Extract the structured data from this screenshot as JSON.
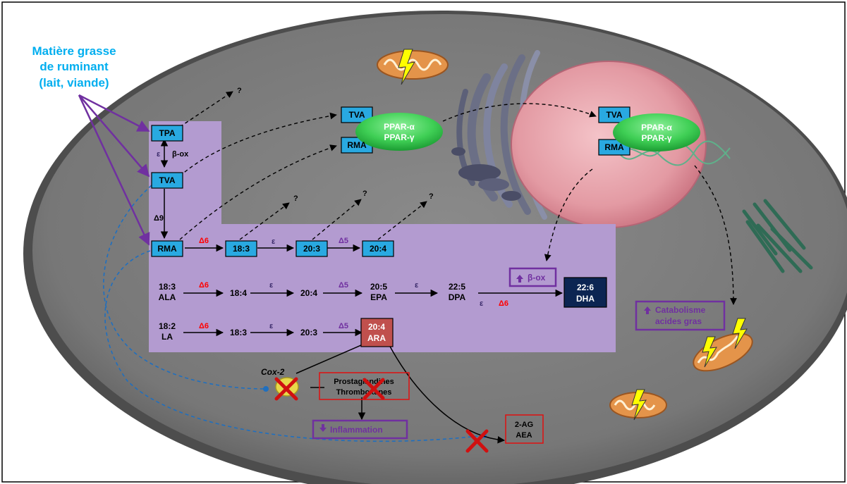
{
  "source_label": [
    "Matière grasse",
    "de ruminant",
    "(lait, viande)"
  ],
  "boxes": {
    "tpa": "TPA",
    "tva": "TVA",
    "rma": "RMA",
    "c18_3": "18:3",
    "c20_3": "20:3",
    "c20_4": "20:4",
    "tva_nucleus_out": "TVA",
    "rma_nucleus_out": "RMA",
    "tva_nucleus_in": "TVA",
    "rma_nucleus_in": "RMA",
    "dha": [
      "22:6",
      "DHA"
    ],
    "ara": [
      "20:4",
      "ARA"
    ]
  },
  "receptors": {
    "outer": [
      "PPAR-α",
      "PPAR-γ"
    ],
    "inner": [
      "PPAR-α",
      "PPAR-γ"
    ]
  },
  "enzymes": {
    "epsilon": "ε",
    "beta_ox": "β-ox",
    "delta9": "Δ9",
    "delta6": "Δ6",
    "delta5": "Δ5",
    "cox2": "Cox-2"
  },
  "unknown_mark": "?",
  "ala_chain": {
    "start": [
      "18:3",
      "ALA"
    ],
    "s2": "18:4",
    "s3": "20:4",
    "epa": [
      "20:5",
      "EPA"
    ],
    "dpa": [
      "22:5",
      "DPA"
    ]
  },
  "la_chain": {
    "start": [
      "18:2",
      "LA"
    ],
    "s2": "18:3",
    "s3": "20:3"
  },
  "effects": {
    "beta_ox_up": "β-ox",
    "catabolism": [
      "Catabolisme",
      "acides gras"
    ],
    "prostaglandins": [
      "Prostaglandines",
      "Thromboxanes"
    ],
    "inflammation": "Inflammation",
    "endocannabinoids": [
      "2-AG",
      "AEA"
    ]
  },
  "colors": {
    "box_blue": "#29a9e1",
    "dark_navy": "#0c2552",
    "ara_red": "#c0504d",
    "purple": "#7030a0",
    "delta6_red": "#ff0000",
    "label_cyan": "#00aeef",
    "ppar_green": "#33cc55",
    "pathway_bg": "#b39bd0",
    "cell_gray": "#7a7a7a",
    "nucleus_pink": "#e8a0a8"
  }
}
